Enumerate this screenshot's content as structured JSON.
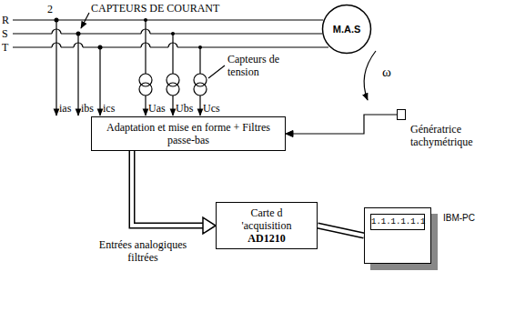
{
  "diagram": {
    "nodes": [
      {
        "text": [
          "M.A.S"
        ]
      },
      {
        "text": [
          "Adaptation et mise en forme + Filtres passe-bas"
        ]
      },
      {
        "text": [
          "Génératrice tachymétrique"
        ]
      },
      {
        "text": [
          "Carte d 'acquisition",
          "AD1210"
        ]
      },
      {
        "text": [
          "1.1.1.1.1.1",
          "IBM-PC"
        ]
      }
    ],
    "edges": [
      {
        "from": 2,
        "to": 1,
        "arrow": "to"
      },
      {
        "from": 1,
        "to": 3,
        "arrow": "to"
      },
      {
        "from": 3,
        "to": 4,
        "arrow": "none"
      }
    ],
    "labels": [
      "CAPTEURS DE COURANT",
      "2",
      "R",
      "S",
      "T",
      "Capteurs de tension",
      "ias",
      "ibs",
      "ics",
      "Uas",
      "Ubs",
      "Ucs",
      "ω",
      "Entrées analogiques filtrées"
    ]
  }
}
